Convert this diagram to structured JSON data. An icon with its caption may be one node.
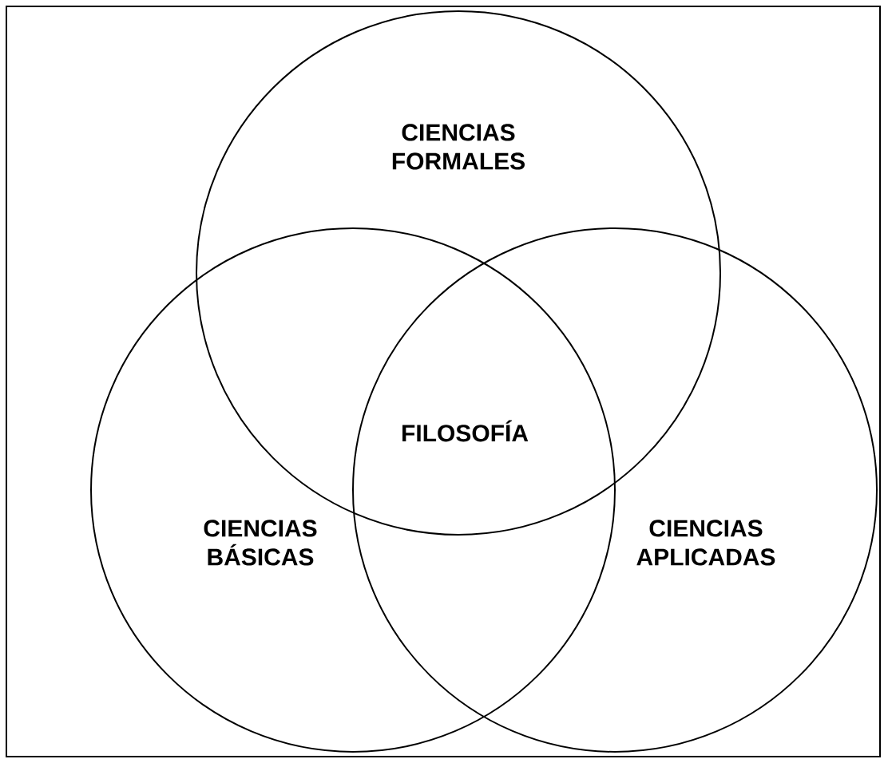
{
  "diagram": {
    "nodes": [
      {
        "text": [
          "CIENCIAS FORMALES"
        ]
      },
      {
        "text": [
          "CIENCIAS BÁSICAS"
        ]
      },
      {
        "text": [
          "CIENCIAS APLICADAS"
        ]
      }
    ],
    "labels": [
      "FILOSOFÍA"
    ]
  }
}
